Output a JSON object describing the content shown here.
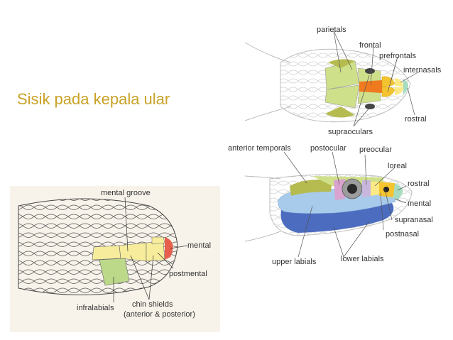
{
  "title": "Sisik pada kepala ular",
  "colors": {
    "title": "#c9a227",
    "yellow": "#f6ec9c",
    "yellow_green": "#cfe08a",
    "olive": "#b6bb50",
    "orange": "#f07a1f",
    "gold": "#f4c430",
    "light_yellow": "#fbe985",
    "mint": "#a8dcc0",
    "pink": "#d9a3cf",
    "lavender": "#c9b6dd",
    "light_blue": "#a9cbeb",
    "dark_blue": "#4c6cbf",
    "eye_grey": "#9c9c9c",
    "mental_red": "#e85e4c",
    "green": "#bcd98a"
  },
  "top_diagram": {
    "labels": {
      "parietals": "parietals",
      "frontal": "frontal",
      "prefrontals": "prefrontals",
      "internasals": "internasals",
      "rostral": "rostral",
      "supraoculars": "supraoculars"
    }
  },
  "side_diagram": {
    "labels": {
      "anterior_temporals": "anterior temporals",
      "postocular": "postocular",
      "preocular": "preocular",
      "loreal": "loreal",
      "rostral": "rostral",
      "mental": "mental",
      "supranasal": "supranasal",
      "postnasal": "postnasal",
      "upper_labials": "upper labials",
      "lower_labials": "lower labials"
    }
  },
  "bottom_diagram": {
    "labels": {
      "mental_groove": "mental groove",
      "mental": "mental",
      "postmental": "postmental",
      "infralabials": "infralabials",
      "chin_shields": "chin shields",
      "chin_shields_note": "(anterior & posterior)"
    }
  }
}
